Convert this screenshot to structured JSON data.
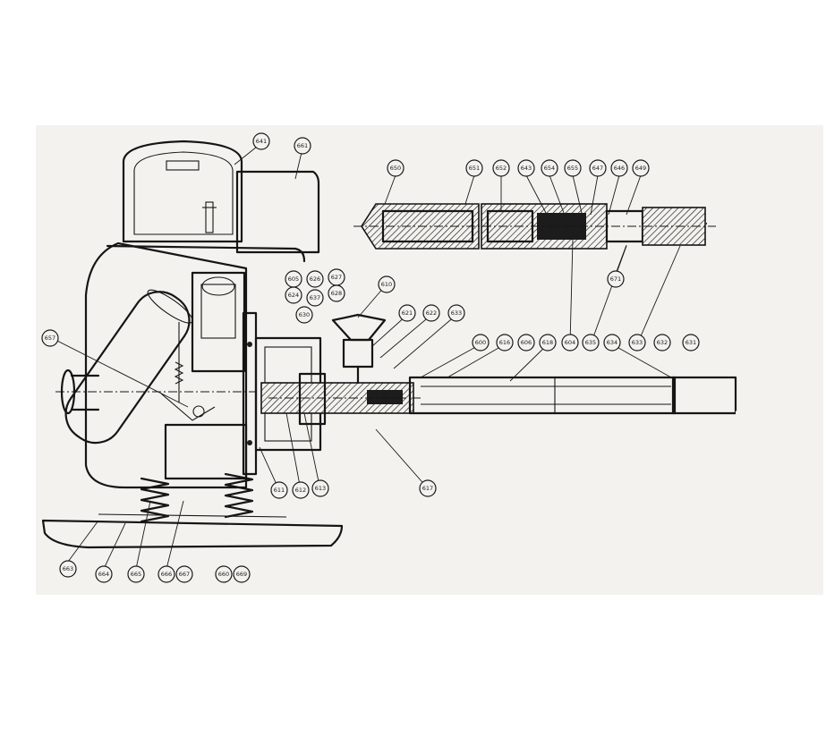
{
  "figure": {
    "background": "#ffffff",
    "paper": "#f4f2ee",
    "ink": "#151515",
    "callouts": [
      {
        "id": "c641",
        "label": "641"
      },
      {
        "id": "c661",
        "label": "661"
      },
      {
        "id": "c650",
        "label": "650"
      },
      {
        "id": "c651a",
        "label": "651"
      },
      {
        "id": "c652",
        "label": "652"
      },
      {
        "id": "c643",
        "label": "643"
      },
      {
        "id": "c654",
        "label": "654"
      },
      {
        "id": "c655",
        "label": "655"
      },
      {
        "id": "c647",
        "label": "647"
      },
      {
        "id": "c646",
        "label": "646"
      },
      {
        "id": "c649",
        "label": "649"
      },
      {
        "id": "c671",
        "label": "671"
      },
      {
        "id": "c605",
        "label": "605"
      },
      {
        "id": "c626",
        "label": "626"
      },
      {
        "id": "c627",
        "label": "627"
      },
      {
        "id": "c624",
        "label": "624"
      },
      {
        "id": "c628",
        "label": "628"
      },
      {
        "id": "c637",
        "label": "637"
      },
      {
        "id": "c630",
        "label": "630"
      },
      {
        "id": "c610",
        "label": "610"
      },
      {
        "id": "c621",
        "label": "621"
      },
      {
        "id": "c622",
        "label": "622"
      },
      {
        "id": "c633",
        "label": "633"
      },
      {
        "id": "c657",
        "label": "657"
      },
      {
        "id": "c600",
        "label": "600"
      },
      {
        "id": "c616",
        "label": "616"
      },
      {
        "id": "c606",
        "label": "606"
      },
      {
        "id": "c618",
        "label": "618"
      },
      {
        "id": "c604",
        "label": "604"
      },
      {
        "id": "c635",
        "label": "635"
      },
      {
        "id": "c634",
        "label": "634"
      },
      {
        "id": "c633b",
        "label": "633"
      },
      {
        "id": "c632",
        "label": "632"
      },
      {
        "id": "c631",
        "label": "631"
      },
      {
        "id": "c611",
        "label": "611"
      },
      {
        "id": "c612",
        "label": "612"
      },
      {
        "id": "c613",
        "label": "613"
      },
      {
        "id": "c617",
        "label": "617"
      },
      {
        "id": "c663",
        "label": "663"
      },
      {
        "id": "c664",
        "label": "664"
      },
      {
        "id": "c665",
        "label": "665"
      },
      {
        "id": "c666",
        "label": "666"
      },
      {
        "id": "c667",
        "label": "667"
      },
      {
        "id": "c660",
        "label": "660"
      },
      {
        "id": "c669",
        "label": "669"
      }
    ]
  }
}
